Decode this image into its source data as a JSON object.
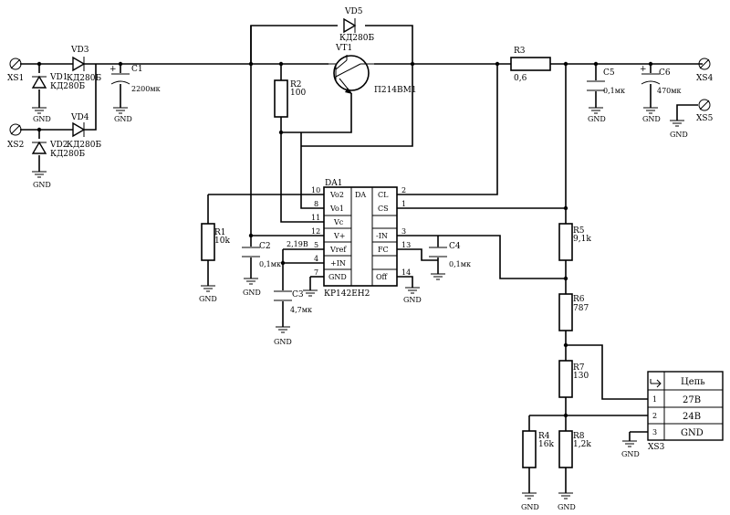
{
  "labels": {
    "xs1": "XS1",
    "xs2": "XS2",
    "xs3": "XS3",
    "xs4": "XS4",
    "xs5": "XS5",
    "vd1": "VD1",
    "vd1_type": "КД280Б",
    "vd2": "VD2",
    "vd2_type": "КД280Б",
    "vd3": "VD3",
    "vd3_type": "КД280Б",
    "vd4": "VD4",
    "vd4_type": "КД280Б",
    "vd5": "VD5",
    "vd5_type": "КД280Б",
    "c1": "C1",
    "c1_val": "2200мк",
    "c2": "C2",
    "c2_val": "0,1мк",
    "c3": "C3",
    "c3_val": "4,7мк",
    "c4": "C4",
    "c4_val": "0,1мк",
    "c5": "C5",
    "c5_val": "0,1мк",
    "c6": "C6",
    "c6_val": "470мк",
    "r1": "R1",
    "r1_val": "10k",
    "r2": "R2",
    "r2_val": "100",
    "r3": "R3",
    "r3_val": "0,6",
    "r4": "R4",
    "r4_val": "16k",
    "r5": "R5",
    "r5_val": "9,1k",
    "r6": "R6",
    "r6_val": "787",
    "r7": "R7",
    "r7_val": "130",
    "r8": "R8",
    "r8_val": "1,2k",
    "vt1": "VT1",
    "vt1_type": "П214ВМ1",
    "da1": "DA1",
    "da1_type": "КР142ЕН2",
    "vref_voltage": "2,19В",
    "gnd": "GND"
  },
  "ic_pins": {
    "vo2": "Vo2",
    "vo1": "Vo1",
    "vc": "Vc",
    "vplus": "V+",
    "vref": "Vref",
    "inplus": "+IN",
    "gnd": "GND",
    "da": "DA",
    "cl": "CL",
    "cs": "CS",
    "inminus": "-IN",
    "fc": "FC",
    "off": "Off",
    "n10": "10",
    "n8": "8",
    "n11": "11",
    "n12": "12",
    "n5": "5",
    "n4": "4",
    "n7": "7",
    "n2": "2",
    "n1": "1",
    "n3": "3",
    "n13": "13",
    "n14": "14"
  },
  "connector_table": {
    "header": "Цепь",
    "rows": [
      {
        "num": "1",
        "net": "27В"
      },
      {
        "num": "2",
        "net": "24В"
      },
      {
        "num": "3",
        "net": "GND"
      }
    ]
  }
}
